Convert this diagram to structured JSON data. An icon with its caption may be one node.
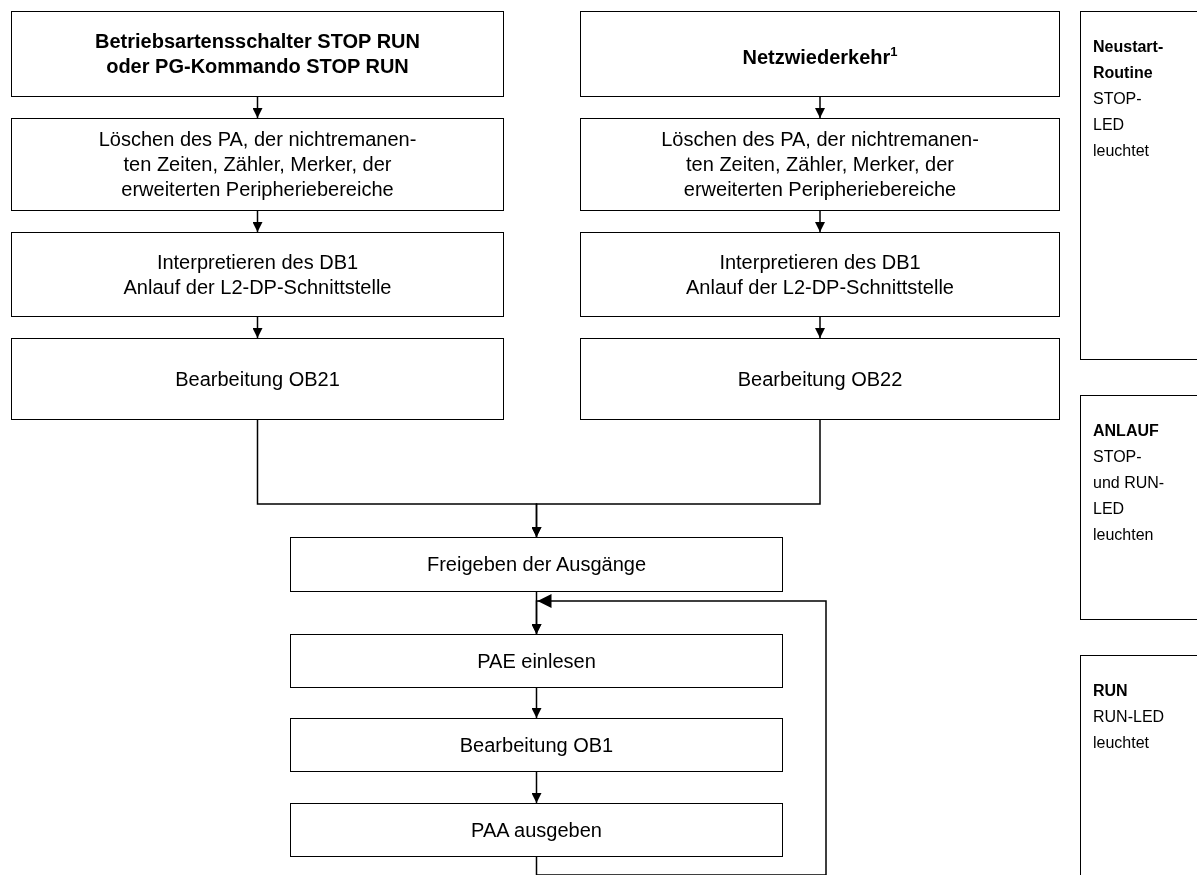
{
  "diagram": {
    "nodes": [
      {
        "text": [
          "Betriebsartensschalter STOP RUN oder PG-Kommando STOP RUN"
        ]
      },
      {
        "text": [
          "Netzwiederkehr$^{1}$"
        ]
      },
      {
        "text": [
          "Löschen des PA, der nichtremanen- ten Zeiten, Zähler, Merker, der erweiterten Peripheriebereiche"
        ]
      },
      {
        "text": [
          "Löschen des PA, der nichtremanen- ten Zeiten, Zähler, Merker, der erweiterten Peripheriebereiche"
        ]
      },
      {
        "text": [
          "Interpretieren des DB1",
          "Anlauf der L2-DP-Schnittstelle"
        ]
      },
      {
        "text": [
          "Interpretieren des DB1",
          "Anlauf der L2-DP-Schnittstelle"
        ]
      },
      {
        "text": [
          "Bearbeitung OB21"
        ]
      },
      {
        "text": [
          "Bearbeitung OB22"
        ]
      },
      {
        "text": [
          "Freigeben der Ausgänge"
        ]
      },
      {
        "text": [
          "PAE einlesen"
        ]
      },
      {
        "text": [
          "Bearbeitung OB1"
        ]
      },
      {
        "text": [
          "PAA ausgeben"
        ]
      },
      {
        "text": [
          "Neustart-Routine",
          "STOP-LED leuchtet"
        ]
      },
      {
        "text": [
          "ANLAUF",
          "STOP- und RUN-LED leuchten"
        ]
      },
      {
        "text": [
          "RUN",
          "RUN-LED leuchtet"
        ]
      }
    ],
    "edges": [
      {
        "from": 0,
        "to": 2,
        "arrow": "to"
      },
      {
        "from": 1,
        "to": 3,
        "arrow": "to"
      },
      {
        "from": 2,
        "to": 4,
        "arrow": "to"
      },
      {
        "from": 3,
        "to": 5,
        "arrow": "to"
      },
      {
        "from": 4,
        "to": 6,
        "arrow": "to"
      },
      {
        "from": 5,
        "to": 7,
        "arrow": "to"
      },
      {
        "from": 6,
        "to": 8,
        "arrow": "to"
      },
      {
        "from": 7,
        "to": 8,
        "arrow": "to"
      },
      {
        "from": 8,
        "to": 9,
        "arrow": "to"
      },
      {
        "from": 9,
        "to": 10,
        "arrow": "to"
      },
      {
        "from": 10,
        "to": 11,
        "arrow": "to"
      },
      {
        "from": 11,
        "to": 9,
        "arrow": "to"
      }
    ]
  }
}
